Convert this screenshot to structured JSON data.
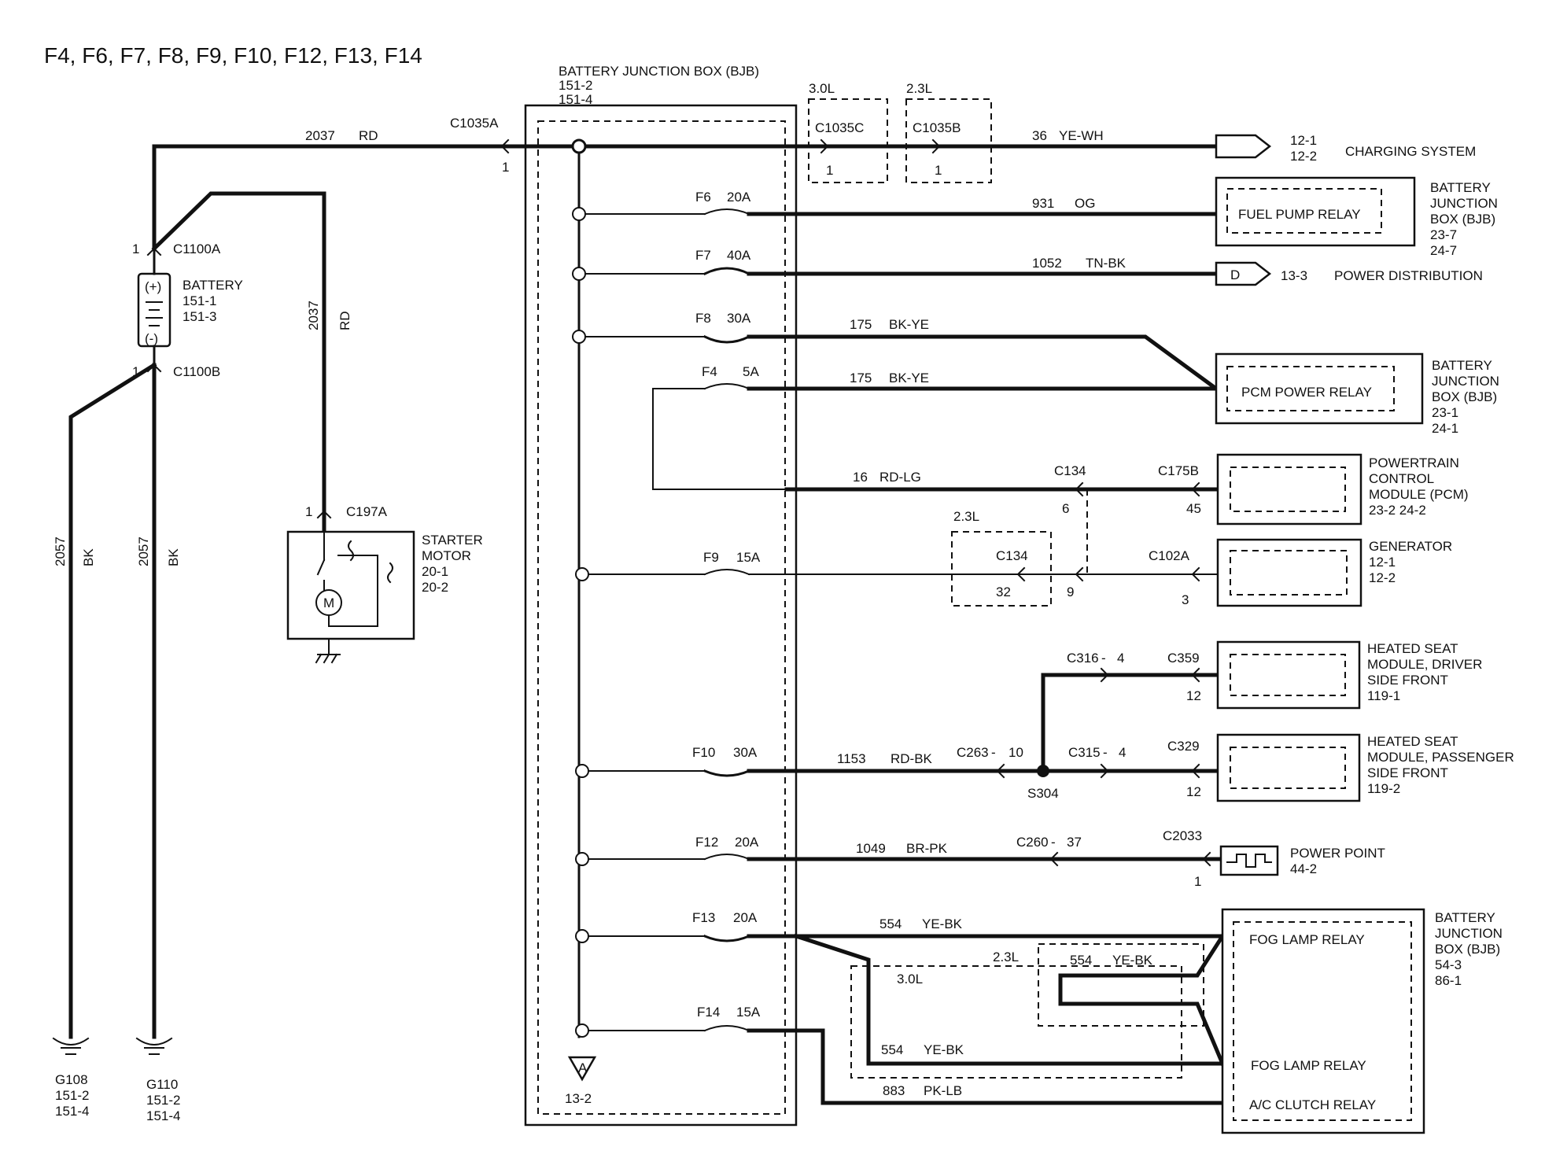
{
  "title": "F4, F6, F7, F8, F9, F10, F12, F13, F14",
  "bjb": {
    "label": "BATTERY  JUNCTION  BOX (BJB)",
    "ref1": "151-2",
    "ref2": "151-4",
    "ground_arrow_label": "A",
    "ground_ref": "13-2"
  },
  "fuses": [
    {
      "id": "F6",
      "rating": "20A"
    },
    {
      "id": "F7",
      "rating": "40A"
    },
    {
      "id": "F8",
      "rating": "30A"
    },
    {
      "id": "F4",
      "rating": "5A"
    },
    {
      "id": "F9",
      "rating": "15A"
    },
    {
      "id": "F10",
      "rating": "30A"
    },
    {
      "id": "F12",
      "rating": "20A"
    },
    {
      "id": "F13",
      "rating": "20A"
    },
    {
      "id": "F14",
      "rating": "15A"
    }
  ],
  "wires": [
    {
      "circuit": "2037",
      "color": "RD"
    },
    {
      "circuit": "36",
      "color": "YE-WH"
    },
    {
      "circuit": "931",
      "color": "OG"
    },
    {
      "circuit": "1052",
      "color": "TN-BK"
    },
    {
      "circuit": "175",
      "color": "BK-YE"
    },
    {
      "circuit": "175",
      "color": "BK-YE"
    },
    {
      "circuit": "16",
      "color": "RD-LG"
    },
    {
      "circuit": "1153",
      "color": "RD-BK"
    },
    {
      "circuit": "1049",
      "color": "BR-PK"
    },
    {
      "circuit": "554",
      "color": "YE-BK"
    },
    {
      "circuit": "554",
      "color": "YE-BK"
    },
    {
      "circuit": "554",
      "color": "YE-BK"
    },
    {
      "circuit": "883",
      "color": "PK-LB"
    },
    {
      "circuit": "2037",
      "color": "RD"
    },
    {
      "circuit": "2057",
      "color": "BK"
    },
    {
      "circuit": "2057",
      "color": "BK"
    }
  ],
  "connectors": {
    "c1035a": "C1035A",
    "c1035a_pin": "1",
    "c1035c": "C1035C",
    "c1035c_pin": "1",
    "c1035c_engine": "3.0L",
    "c1035b": "C1035B",
    "c1035b_pin": "1",
    "c1035b_engine": "2.3L",
    "c1100a": "C1100A",
    "c1100a_pin": "1",
    "c1100b": "C1100B",
    "c1100b_pin": "1",
    "c197a": "C197A",
    "c197a_pin": "1",
    "c134_top": "C134",
    "c134_top_pin": "6",
    "c175b": "C175B",
    "c175b_pin": "45",
    "c134_box": "C134",
    "c134_box_pin": "32",
    "c134_box_engine": "2.3L",
    "c134_mid_pin": "9",
    "c102a": "C102A",
    "c102a_pin": "3",
    "c316": "C316",
    "c316_dash": "-",
    "c316_pin": "4",
    "c359": "C359",
    "c359_pin": "12",
    "c263": "C263",
    "c263_dash": "-",
    "c263_pin": "10",
    "c315": "C315",
    "c315_dash": "-",
    "c315_pin": "4",
    "c329": "C329",
    "c329_pin": "12",
    "s304": "S304",
    "c260": "C260",
    "c260_dash": "-",
    "c260_pin": "37",
    "c2033": "C2033",
    "c2033_pin": "1",
    "fog_23l": "2.3L",
    "fog_30l": "3.0L"
  },
  "components": {
    "charging": {
      "refs": [
        "12-1",
        "12-2"
      ],
      "name": "CHARGING SYSTEM"
    },
    "fuel_pump_relay": {
      "name": "FUEL PUMP RELAY",
      "box": [
        "BATTERY",
        "JUNCTION",
        "BOX (BJB)",
        "23-7",
        "24-7"
      ]
    },
    "power_dist": {
      "letter": "D",
      "ref": "13-3",
      "name": "POWER DISTRIBUTION"
    },
    "pcm_power_relay": {
      "name": "PCM POWER RELAY",
      "box": [
        "BATTERY",
        "JUNCTION",
        "BOX (BJB)",
        "23-1",
        "24-1"
      ]
    },
    "pcm": {
      "lines": [
        "POWERTRAIN",
        "CONTROL",
        "MODULE (PCM)"
      ],
      "refs": "23-2   24-2"
    },
    "generator": {
      "lines": [
        "GENERATOR",
        "12-1",
        "12-2"
      ]
    },
    "heated_seat_driver": {
      "lines": [
        "HEATED SEAT",
        "MODULE, DRIVER",
        "SIDE FRONT",
        "119-1"
      ]
    },
    "heated_seat_passenger": {
      "lines": [
        "HEATED SEAT",
        "MODULE, PASSENGER",
        "SIDE FRONT",
        "119-2"
      ]
    },
    "power_point": {
      "name": "POWER   POINT",
      "ref": "44-2"
    },
    "fog_relays": {
      "relay1": "FOG LAMP RELAY",
      "relay2": "FOG LAMP RELAY",
      "ac": "A/C CLUTCH RELAY",
      "box": [
        "BATTERY",
        "JUNCTION",
        "BOX (BJB)",
        "54-3",
        "86-1"
      ]
    },
    "battery": {
      "name": "BATTERY",
      "refs": [
        "151-1",
        "151-3"
      ],
      "plus": "(+)",
      "minus": "(-)"
    },
    "starter": {
      "lines": [
        "STARTER",
        "MOTOR",
        "20-1",
        "20-2"
      ],
      "motor": "M"
    },
    "g108": {
      "lines": [
        "G108",
        "151-2",
        "151-4"
      ]
    },
    "g110": {
      "lines": [
        "G110",
        "151-2",
        "151-4"
      ]
    }
  }
}
